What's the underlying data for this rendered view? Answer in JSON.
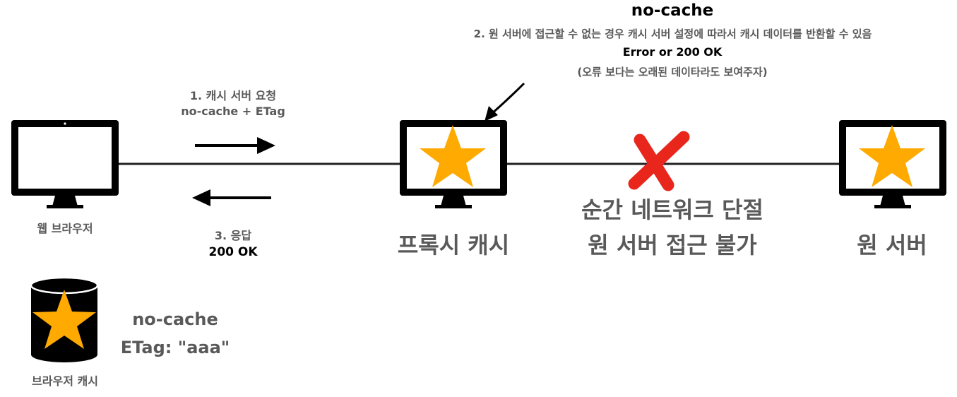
{
  "title": "no-cache",
  "annotation": {
    "line1": "2. 원 서버에 접근할 수 없는 경우 캐시 서버 설정에 따라서 캐시 데이터를 반환할 수 있음",
    "line2": "Error or 200 OK",
    "line3": "(오류 보다는 오래된 데이타라도 보여주자)"
  },
  "request": {
    "line1": "1. 캐시 서버 요청",
    "line2": "no-cache + ETag"
  },
  "response": {
    "line1": "3. 응답",
    "line2": "200 OK"
  },
  "nodes": {
    "browser": "웹 브라우저",
    "proxy": "프록시 캐시",
    "origin": "원 서버"
  },
  "network_failure": {
    "line1": "순간 네트워크 단절",
    "line2": "원 서버 접근 불가"
  },
  "browser_cache": {
    "label": "브라우저 캐시",
    "line1": "no-cache",
    "line2": "ETag: \"aaa\""
  },
  "colors": {
    "star": "#FFAA00",
    "cross": "#E8261C",
    "text_gray": "#595959"
  }
}
